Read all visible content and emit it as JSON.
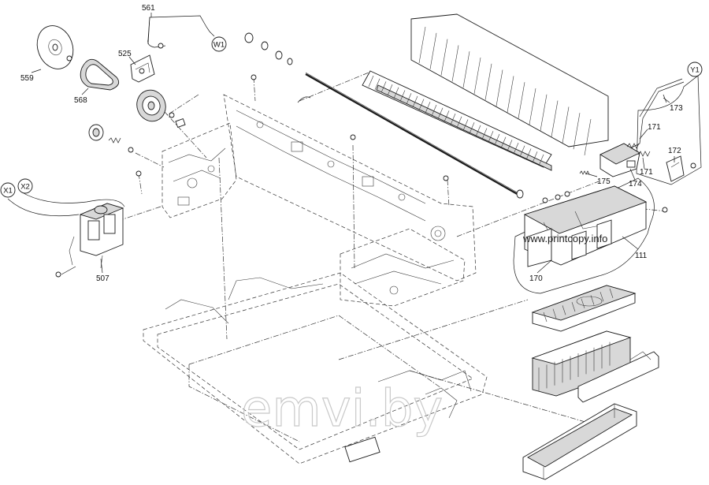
{
  "part_labels": [
    {
      "id": "559",
      "text": "559"
    },
    {
      "id": "561",
      "text": "561"
    },
    {
      "id": "525",
      "text": "525"
    },
    {
      "id": "568",
      "text": "568"
    },
    {
      "id": "507",
      "text": "507"
    },
    {
      "id": "173",
      "text": "173"
    },
    {
      "id": "171a",
      "text": "171"
    },
    {
      "id": "171b",
      "text": "171"
    },
    {
      "id": "172",
      "text": "172"
    },
    {
      "id": "175",
      "text": "175"
    },
    {
      "id": "174",
      "text": "174"
    },
    {
      "id": "111",
      "text": "111"
    },
    {
      "id": "170",
      "text": "170"
    }
  ],
  "connectors": [
    {
      "id": "W1",
      "text": "W1"
    },
    {
      "id": "Y1",
      "text": "Y1"
    },
    {
      "id": "X1",
      "text": "X1"
    },
    {
      "id": "X2",
      "text": "X2"
    }
  ],
  "watermark_url": "www.printcopy.info",
  "watermark_logo": "emvi.by"
}
